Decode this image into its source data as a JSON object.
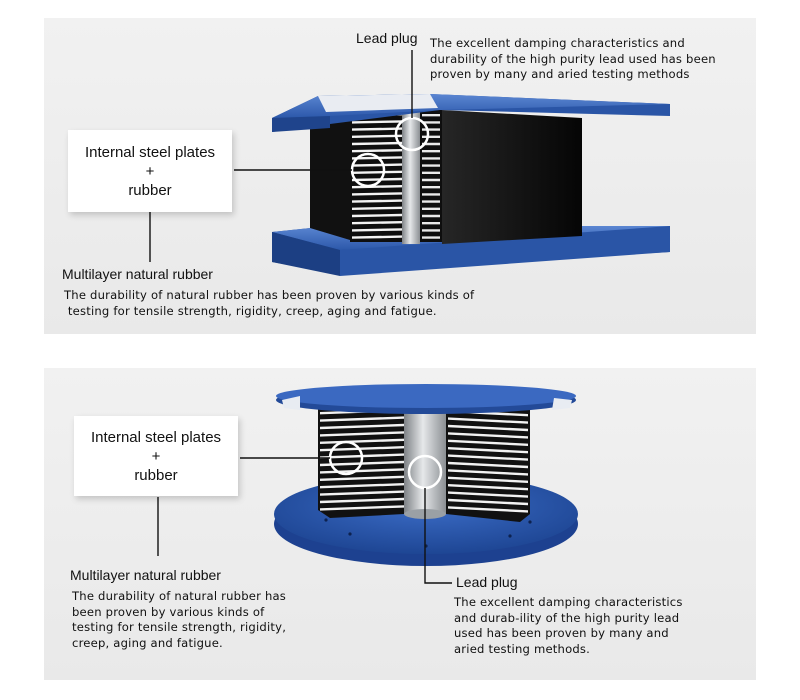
{
  "top_panel": {
    "lead_plug_label": "Lead plug",
    "lead_plug_desc": [
      "The excellent damping characteristics and",
      "durability of the high purity lead used has been",
      "proven by many and aried testing methods"
    ],
    "steel_box": [
      "Internal steel plates",
      "+",
      "rubber"
    ],
    "rubber_label": "Multilayer natural rubber",
    "rubber_desc": [
      "The durability of natural rubber has been proven by various kinds of",
      " testing for tensile strength, rigidity, creep, aging and fatigue."
    ]
  },
  "bottom_panel": {
    "steel_box": [
      "Internal steel plates",
      "+",
      "rubber"
    ],
    "rubber_label": "Multilayer natural rubber",
    "rubber_desc": [
      "The durability of natural rubber has",
      "been proven by various kinds of",
      "testing for tensile strength, rigidity,",
      "creep, aging and fatigue."
    ],
    "lead_plug_label": "Lead plug",
    "lead_plug_desc": [
      "The excellent damping characteristics",
      "and durab-ility of the high purity lead",
      "used has been proven by many and",
      "aried testing methods."
    ]
  },
  "colors": {
    "plate_blue": "#2f5fb4",
    "rubber_black": "#0f0f0f",
    "steel_white": "#f4f4f4",
    "lead_grey": "#b9bcbf"
  }
}
